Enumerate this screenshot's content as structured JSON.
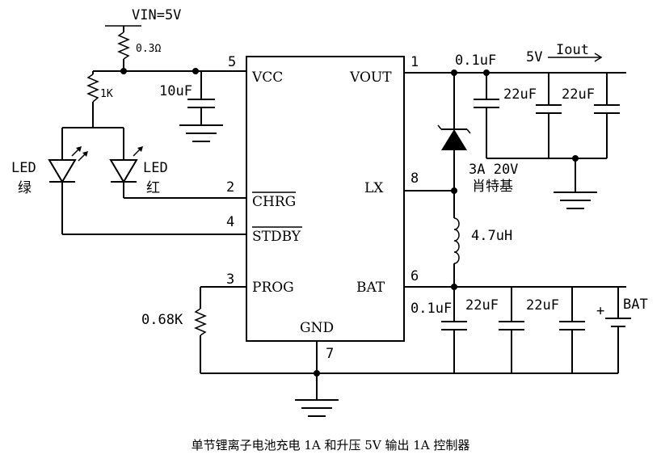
{
  "supply": {
    "vin": "VIN=5V",
    "sense_res": "0.3Ω",
    "led_res": "1K",
    "in_cap": "10uF"
  },
  "leds": {
    "green_type": "LED",
    "green_color": "绿",
    "red_type": "LED",
    "red_color": "红"
  },
  "ic": {
    "pins": {
      "vcc": "VCC",
      "vout": "VOUT",
      "chrg": "CHRG",
      "stdby": "STDBY",
      "lx": "LX",
      "prog": "PROG",
      "bat": "BAT",
      "gnd": "GND"
    },
    "pin_numbers": {
      "vcc": "5",
      "vout": "1",
      "chrg": "2",
      "stdby": "4",
      "lx": "8",
      "prog": "3",
      "bat": "6",
      "gnd": "7"
    }
  },
  "output": {
    "cap_small": "0.1uF",
    "voltage": "5V",
    "current": "Iout",
    "cap1": "22uF",
    "cap2": "22uF"
  },
  "diode": {
    "rating": "3A 20V",
    "type": "肖特基"
  },
  "inductor": {
    "value": "4.7uH"
  },
  "prog_res": {
    "value": "0.68K"
  },
  "battery": {
    "cap_small": "0.1uF",
    "cap1": "22uF",
    "cap2": "22uF",
    "plus": "+",
    "label": "BAT"
  },
  "caption": "单节锂离子电池充电 1A 和升压 5V 输出 1A 控制器"
}
